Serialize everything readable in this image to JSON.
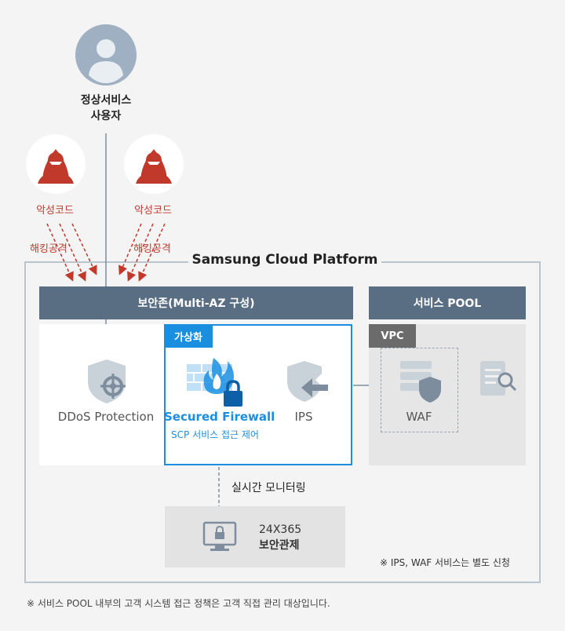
{
  "user": {
    "label_line1": "정상서비스",
    "label_line2": "사용자"
  },
  "attackers": [
    {
      "code_label": "악성코드",
      "attack_label": "해킹공격"
    },
    {
      "code_label": "악성코드",
      "attack_label": "해킹공격"
    }
  ],
  "platform": {
    "title": "Samsung Cloud Platform"
  },
  "security_zone": {
    "header": "보안존(Multi-AZ 구성)",
    "virtualization_badge": "가상화"
  },
  "ddos": {
    "label": "DDoS Protection"
  },
  "firewall": {
    "label": "Secured Firewall",
    "sublabel": "SCP 서비스 접근 제어"
  },
  "ips": {
    "label": "IPS"
  },
  "service_pool": {
    "header": "서비스 POOL",
    "vpc_badge": "VPC",
    "waf_label": "WAF"
  },
  "monitoring": {
    "label": "실시간 모니터링",
    "box_line1": "24X365",
    "box_line2": "보안관제"
  },
  "notes": {
    "inner": "※ IPS, WAF 서비스는 별도 신청",
    "footer": "※ 서비스 POOL 내부의 고객 시스템 접근 정책은 고객 직접 관리 대상입니다."
  },
  "colors": {
    "header": "#5a6e83",
    "accent_blue": "#1a8fe0",
    "attack_red": "#c0392b",
    "icon_gray": "#b3bcc6",
    "vpc_gray": "#6b6b6b"
  },
  "icons": [
    "user-avatar-icon",
    "hacker-icon",
    "ddos-shield-icon",
    "firewall-icon",
    "lock-icon",
    "ips-shield-icon",
    "waf-server-shield-icon",
    "document-search-icon",
    "monitor-lock-icon"
  ]
}
